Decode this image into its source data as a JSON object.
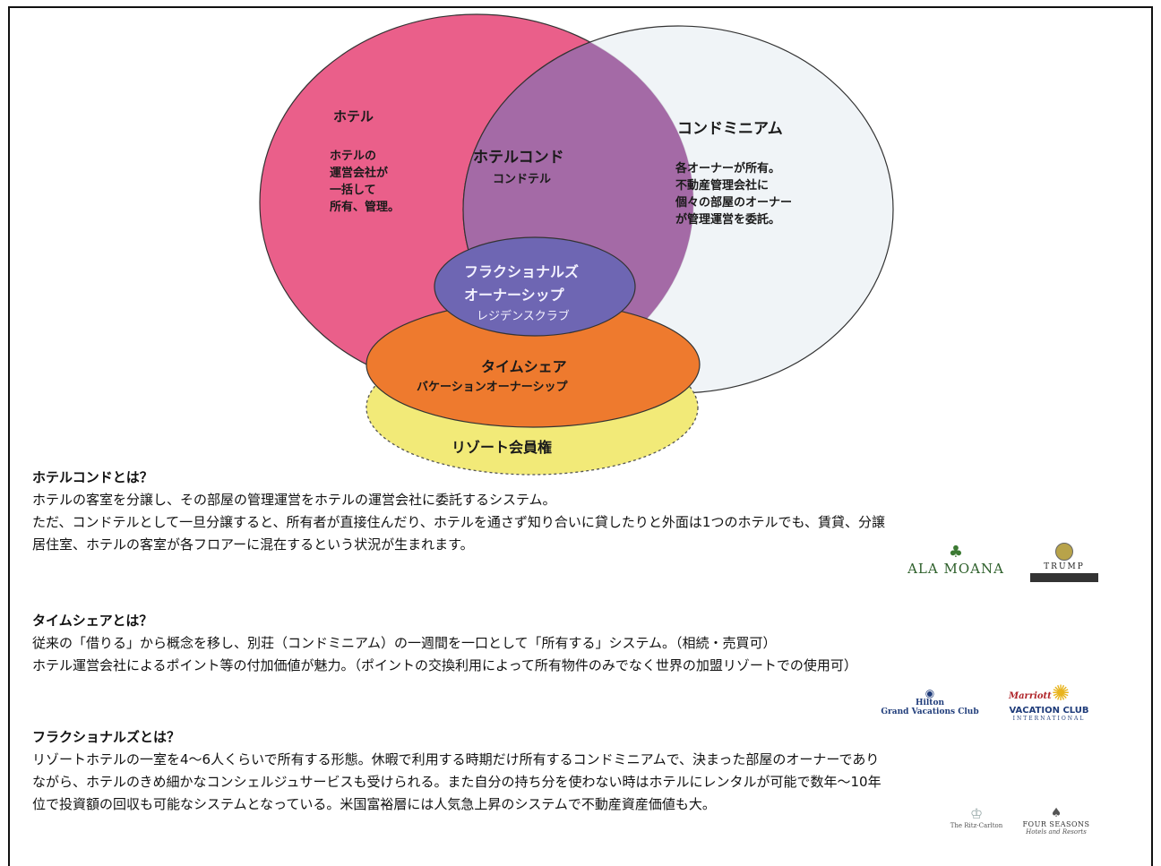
{
  "diagram": {
    "colors": {
      "hotel": "#ea5f8a",
      "condo": "#eef2f6",
      "hotelcondo": "#a46aa6",
      "fractional": "#6e66b3",
      "timeshare": "#ee7a2e",
      "resort": "#f2ea78"
    },
    "hotel": {
      "title": "ホテル",
      "body": "ホテルの\n運営会社が\n一括して\n所有、管理。"
    },
    "condo": {
      "title": "コンドミニアム",
      "body": "各オーナーが所有。\n不動産管理会社に\n個々の部屋のオーナー\nが管理運営を委託。"
    },
    "hotelcondo": {
      "title": "ホテルコンド",
      "sub": "コンドテル"
    },
    "fractional": {
      "line1": "フラクショナルズ",
      "line2": "オーナーシップ",
      "sub": "レジデンスクラブ"
    },
    "timeshare": {
      "title": "タイムシェア",
      "sub": "バケーションオーナーシップ"
    },
    "resort": {
      "title": "リゾート会員権"
    }
  },
  "sections": [
    {
      "title": "ホテルコンドとは？",
      "lines": [
        "ホテルの客室を分譲し、その部屋の管理運営をホテルの運営会社に委託するシステム。",
        "ただ、コンドテルとして一旦分譲すると、所有者が直接住んだり、ホテルを通さず知り合いに貸したりと外面は1つのホテルでも、賃貸、分譲",
        "居住室、ホテルの客室が各フロアーに混在するという状況が生まれます。"
      ]
    },
    {
      "title": "タイムシェアとは？",
      "lines": [
        "従来の「借りる」から概念を移し、別荘（コンドミニアム）の一週間を一口として「所有する」システム。（相続・売買可）",
        "ホテル運営会社によるポイント等の付加価値が魅力。（ポイントの交換利用によって所有物件のみでなく世界の加盟リゾートでの使用可）"
      ]
    },
    {
      "title": "フラクショナルズとは？",
      "lines": [
        "リゾートホテルの一室を4～6人くらいで所有する形態。休暇で利用する時期だけ所有するコンドミニアムで、決まった部屋のオーナーであり",
        "ながら、ホテルのきめ細かなコンシェルジュサービスも受けられる。また自分の持ち分を使わない時はホテルにレンタルが可能で数年～10年",
        "位で投資額の回収も可能なシステムとなっている。米国富裕層には人気急上昇のシステムで不動産資産価値も大。"
      ]
    }
  ],
  "logos": {
    "alamoana": "ALA MOANA",
    "trump": "TRUMP",
    "hilton_brand": "Hilton",
    "hilton": "Grand Vacations Club",
    "marriott_brand": "Marriott",
    "marriott": "VACATION CLUB",
    "marriott_sub": "INTERNATIONAL",
    "ritz": "The Ritz-Carlton",
    "fourseasons": "FOUR SEASONS",
    "fourseasons_sub": "Hotels and Resorts"
  }
}
